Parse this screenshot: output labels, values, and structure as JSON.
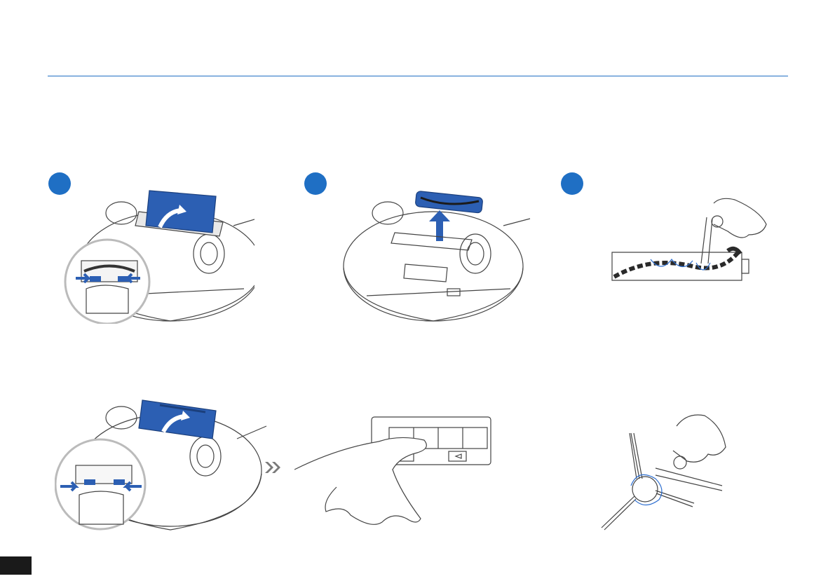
{
  "page": {
    "accent_color": "#1f6fc4",
    "line_color": "#3a3a3a",
    "highlight_color": "#2c5fb3"
  },
  "steps": [
    {
      "badge_icon": "step-1-circle-icon"
    },
    {
      "badge_icon": "step-2-circle-icon"
    },
    {
      "badge_icon": "step-3-circle-icon"
    }
  ],
  "illustrations": {
    "remove_cover": "robot-underside-cover-removal",
    "lift_brush": "robot-main-brush-lift",
    "clean_brush": "main-brush-hair-cutting",
    "reinstall_cover": "robot-cover-reinstall",
    "wipe_sensor": "cloth-wiping-sensor",
    "clean_side_brush": "side-brush-hair-cutting"
  }
}
